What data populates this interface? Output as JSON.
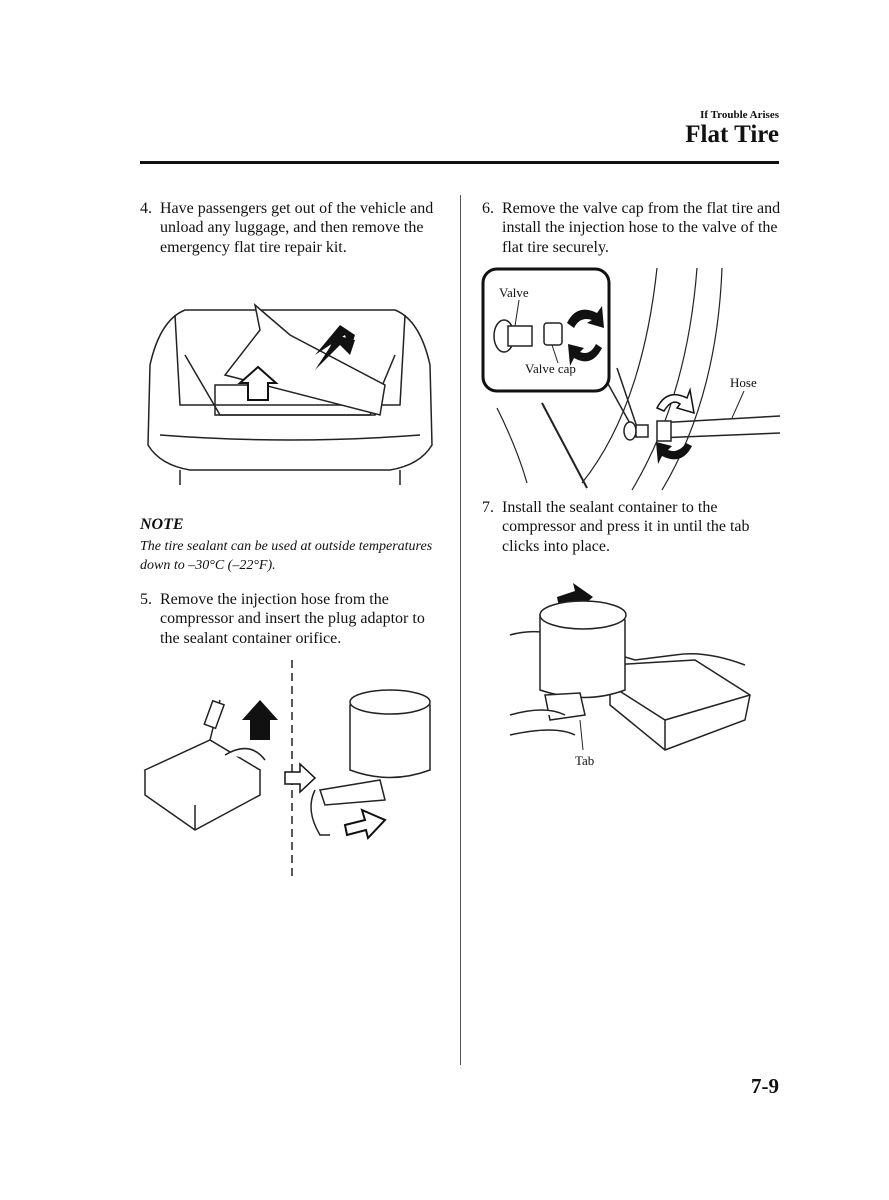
{
  "header": {
    "section": "If Trouble Arises",
    "title": "Flat Tire"
  },
  "left": {
    "step4": {
      "number": "4.",
      "text": "Have passengers get out of the vehicle and unload any luggage, and then remove the emergency flat tire repair kit."
    },
    "note": {
      "heading": "NOTE",
      "text": "The tire sealant can be used at outside temperatures down to –30°C (–22°F)."
    },
    "step5": {
      "number": "5.",
      "text": "Remove the injection hose from the compressor and insert the plug adaptor to the sealant container orifice."
    }
  },
  "right": {
    "step6": {
      "number": "6.",
      "text": "Remove the valve cap from the flat tire and install the injection hose to the valve of the flat tire securely."
    },
    "fig6_labels": {
      "valve": "Valve",
      "valve_cap": "Valve cap",
      "hose": "Hose"
    },
    "step7": {
      "number": "7.",
      "text": "Install the sealant container to the compressor and press it in until the tab clicks into place."
    },
    "fig7_labels": {
      "tab": "Tab"
    }
  },
  "footer": {
    "page_number": "7-9"
  }
}
